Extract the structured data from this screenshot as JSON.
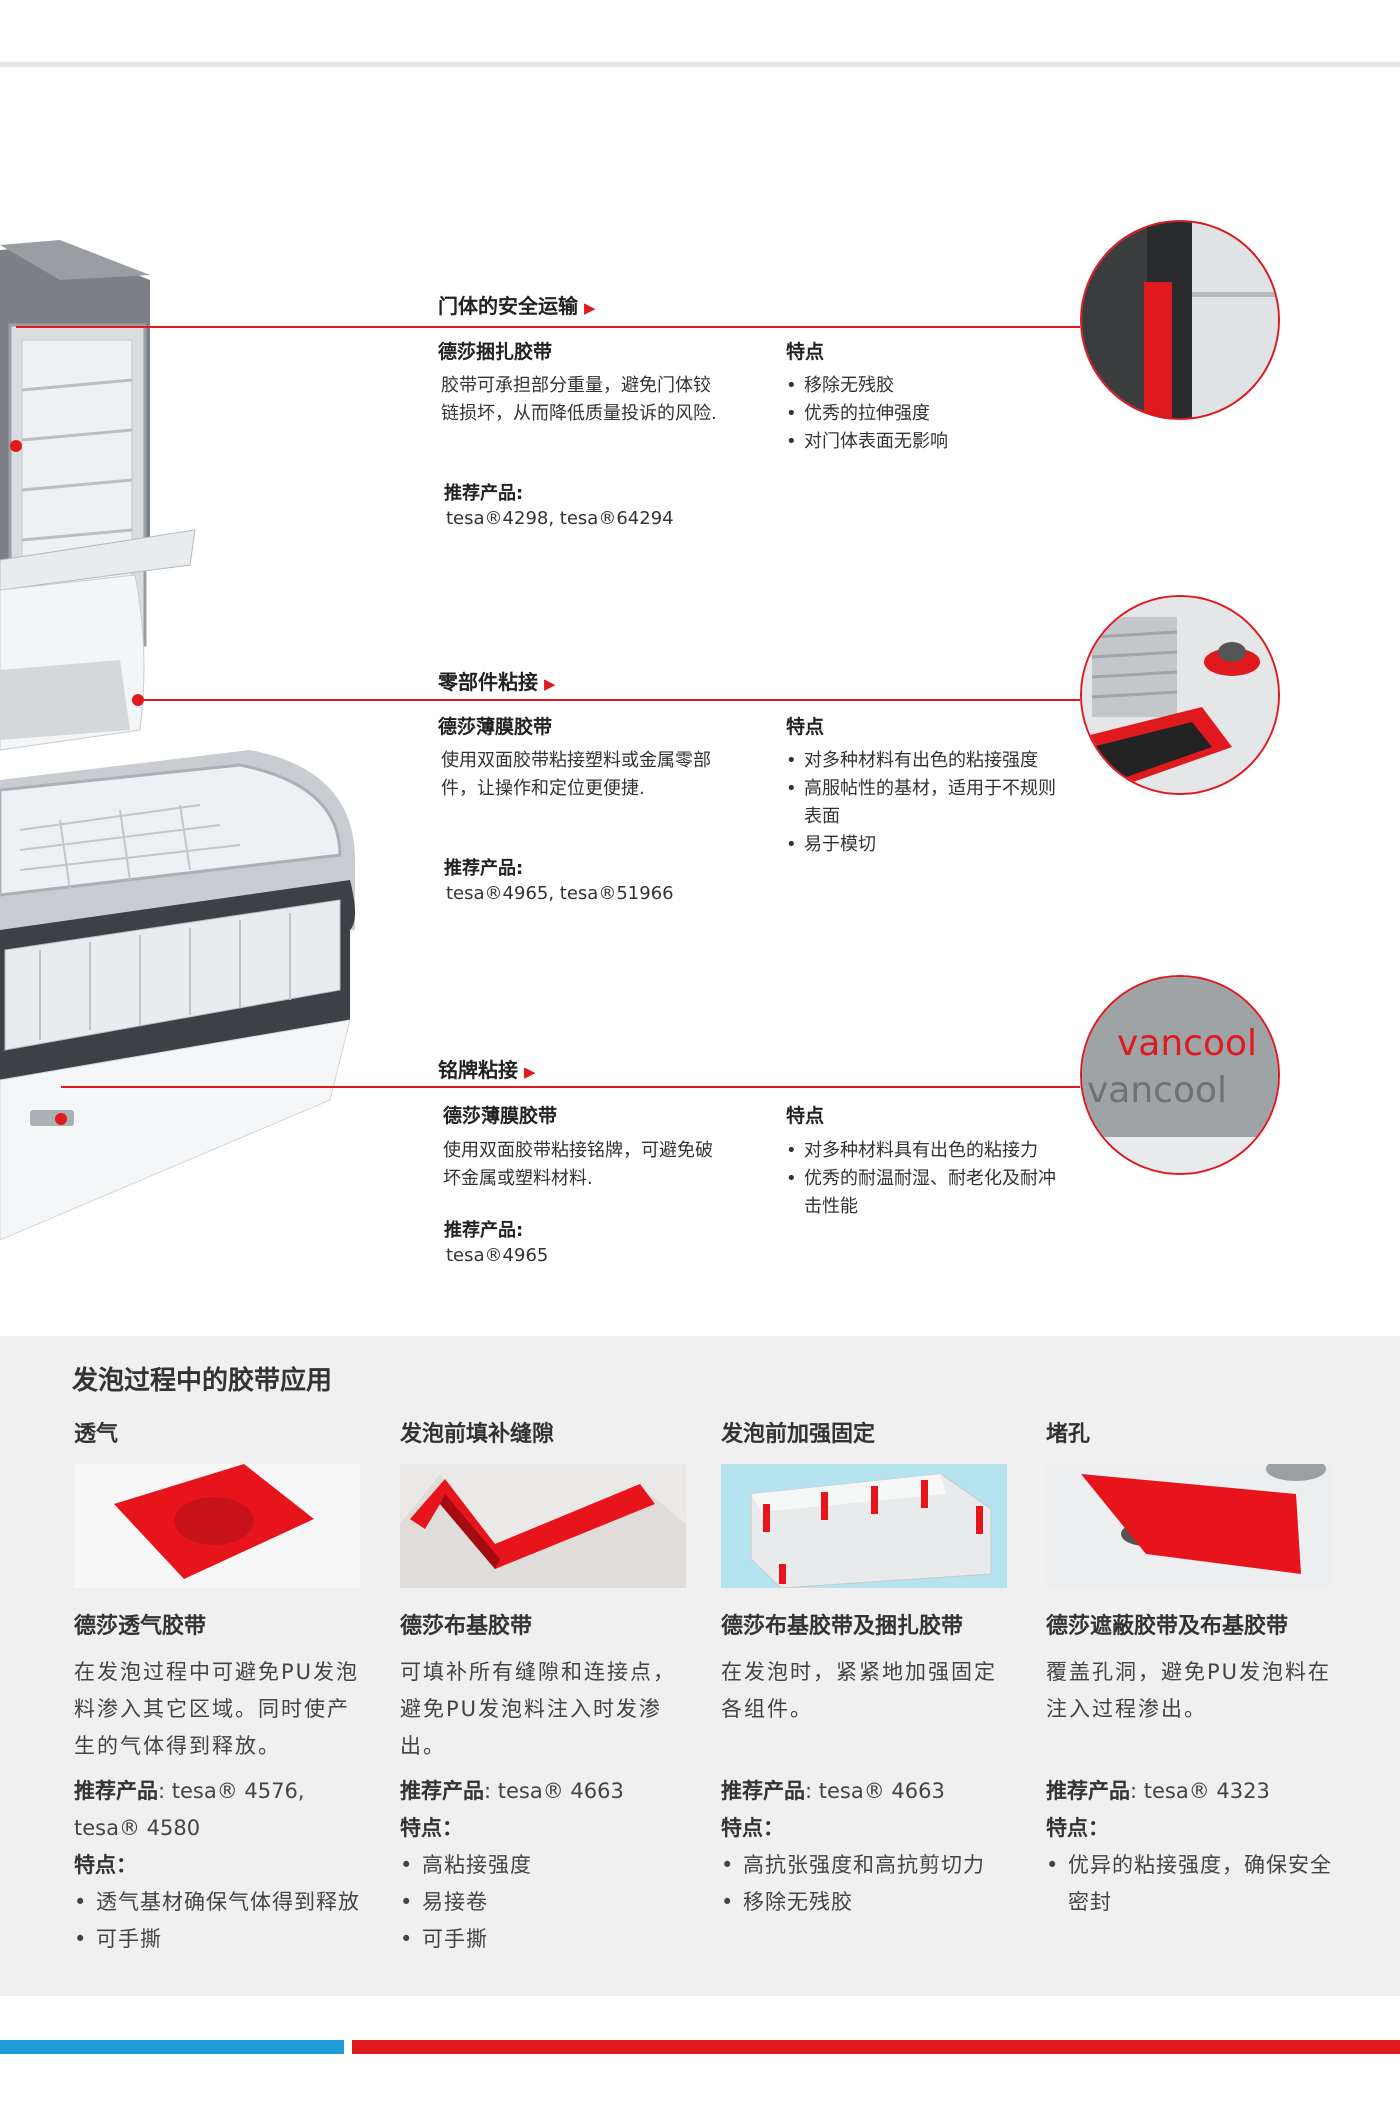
{
  "sections": [
    {
      "title": "门体的安全运输",
      "product": "德莎捆扎胶带",
      "description": "胶带可承担部分重量，避免门体铰链损坏，从而降低质量投诉的风险.",
      "rec_label": "推荐产品:",
      "rec_value": "tesa®4298, tesa®64294",
      "features_label": "特点",
      "features": [
        "移除无残胶",
        "优秀的拉伸强度",
        "对门体表面无影响"
      ]
    },
    {
      "title": "零部件粘接",
      "product": "德莎薄膜胶带",
      "description": "使用双面胶带粘接塑料或金属零部件，让操作和定位更便捷.",
      "rec_label": "推荐产品:",
      "rec_value": "tesa®4965, tesa®51966",
      "features_label": "特点",
      "features": [
        "对多种材料有出色的粘接强度",
        "高服帖性的基材，适用于不规则表面",
        "易于模切"
      ]
    },
    {
      "title": "铭牌粘接",
      "product": "德莎薄膜胶带",
      "description": "使用双面胶带粘接铭牌，可避免破坏金属或塑料材料.",
      "rec_label": "推荐产品:",
      "rec_value": "tesa®4965",
      "features_label": "特点",
      "features": [
        "对多种材料具有出色的粘接力",
        "优秀的耐温耐湿、耐老化及耐冲击性能"
      ]
    }
  ],
  "zoom_logo_text": "vancool",
  "panel": {
    "title": "发泡过程中的胶带应用",
    "columns": [
      {
        "heading": "透气",
        "product": "德莎透气胶带",
        "description": "在发泡过程中可避免PU发泡料渗入其它区域。同时使产生的气体得到释放。",
        "rec_label": "推荐产品",
        "rec_value": ": tesa® 4576, tesa® 4580",
        "features_label": "特点：",
        "features": [
          "透气基材确保气体得到释放",
          "可手撕"
        ]
      },
      {
        "heading": "发泡前填补缝隙",
        "product": "德莎布基胶带",
        "description": "可填补所有缝隙和连接点，避免PU发泡料注入时发渗出。",
        "rec_label": "推荐产品",
        "rec_value": ": tesa® 4663",
        "features_label": "特点：",
        "features": [
          "高粘接强度",
          "易接卷",
          "可手撕"
        ]
      },
      {
        "heading": "发泡前加强固定",
        "product": "德莎布基胶带及捆扎胶带",
        "description": "在发泡时，紧紧地加强固定各组件。",
        "rec_label": "推荐产品",
        "rec_value": ": tesa® 4663",
        "features_label": "特点：",
        "features": [
          "高抗张强度和高抗剪切力",
          "移除无残胶"
        ]
      },
      {
        "heading": "堵孔",
        "product": "德莎遮蔽胶带及布基胶带",
        "description": "覆盖孔洞，避免PU发泡料在注入过程渗出。",
        "rec_label": "推荐产品",
        "rec_value": ": tesa® 4323",
        "features_label": "特点：",
        "features": [
          "优异的粘接强度，确保安全密封"
        ]
      }
    ]
  },
  "colors": {
    "accent": "#e0191f",
    "blue": "#1e9cd8",
    "panel_bg": "#f0f0f0"
  }
}
